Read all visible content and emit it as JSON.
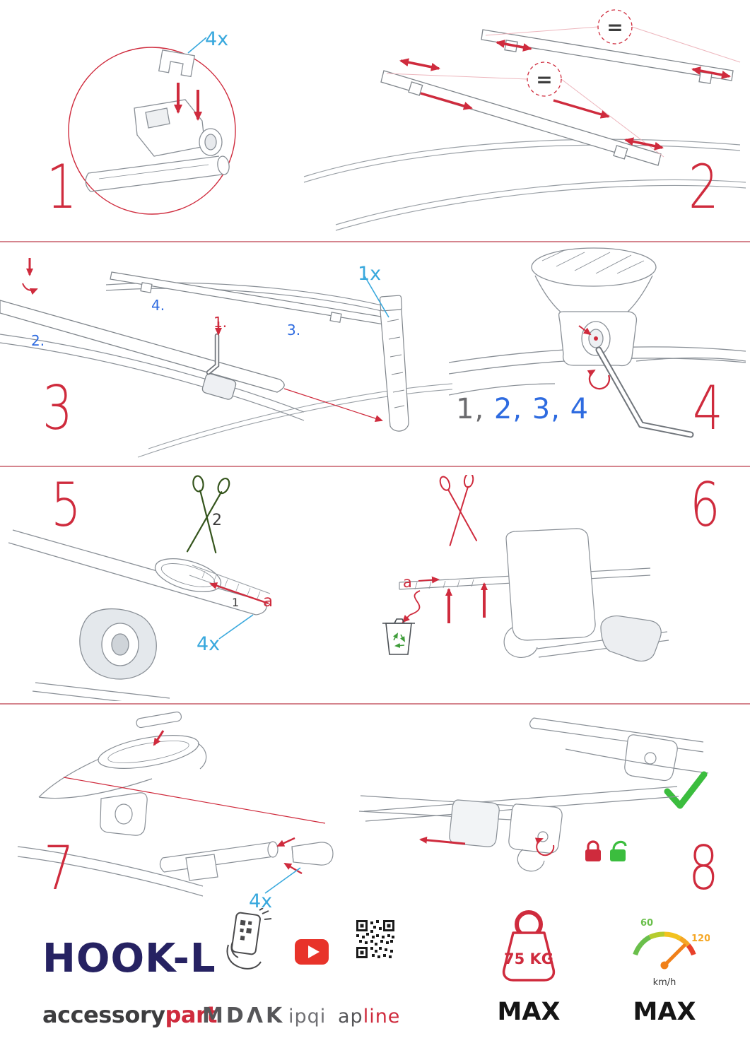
{
  "steps": {
    "s1": {
      "number": "1",
      "qty": "4x"
    },
    "s2": {
      "number": "2",
      "equal": "="
    },
    "s3": {
      "number": "3",
      "qty": "1x",
      "sub1": "1.",
      "sub2": "2.",
      "sub3": "3.",
      "sub4": "4."
    },
    "s4": {
      "number": "4",
      "seq_gray": "1,",
      "seq_blue": "2, 3, 4"
    },
    "s5": {
      "number": "5",
      "order_cut": "2",
      "order_pull": "1",
      "dir_label": "a",
      "qty": "4x"
    },
    "s6": {
      "number": "6",
      "dir_label": "a"
    },
    "s7": {
      "number": "7",
      "qty": "4x"
    },
    "s8": {
      "number": "8"
    }
  },
  "footer": {
    "product_name": "HOOK-L",
    "brand_gray": "accessory",
    "brand_red": "part",
    "logo_mdak": "MDΛK",
    "logo_ipqi": "ipqi",
    "logo_apline_gray": "ap",
    "logo_apline_red": "line",
    "max_load": "75 KG",
    "max_load_label": "MAX",
    "speed_low": "60",
    "speed_high": "120",
    "speed_unit": "km/h",
    "speed_label": "MAX"
  },
  "colors": {
    "accent_red": "#cf2b3d",
    "label_blue": "#38a8dd",
    "sequence_blue": "#2e6be0",
    "brand_navy": "#262262",
    "ok_green": "#3bbd3e"
  }
}
